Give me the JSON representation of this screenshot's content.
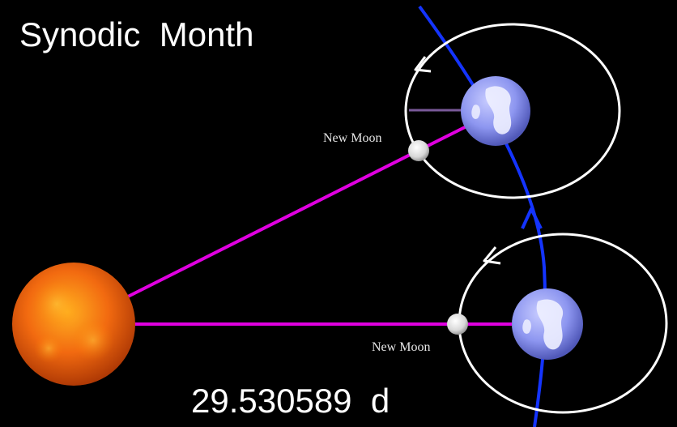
{
  "diagram": {
    "title": "Synodic  Month",
    "period_label": "29.530589  d",
    "moon_label_top": "New Moon",
    "moon_label_bottom": "New Moon"
  },
  "colors": {
    "background": "#000000",
    "orbit_path": "#1434ff",
    "sun_moon_line": "#e000e0",
    "moon_orbit": "#ffffff",
    "sun": "#f26a10",
    "earth": "#8d96f0"
  },
  "icons": [
    "sun-icon",
    "earth-icon",
    "moon-icon",
    "orbit-direction-arrow-icon"
  ]
}
